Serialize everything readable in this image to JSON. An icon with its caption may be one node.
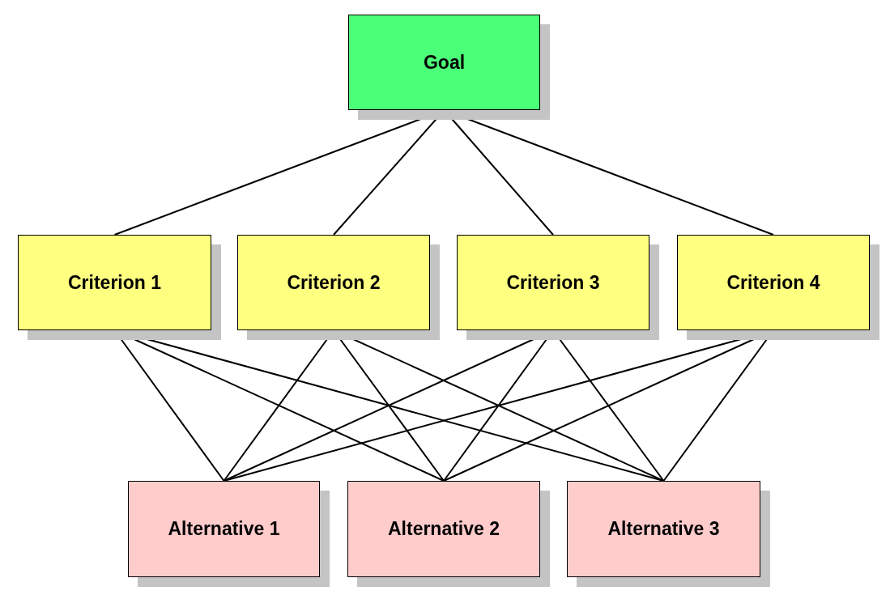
{
  "diagram": {
    "nodes": [
      {
        "text": [
          "Goal"
        ]
      },
      {
        "text": [
          "Criterion 1"
        ]
      },
      {
        "text": [
          "Criterion 2"
        ]
      },
      {
        "text": [
          "Criterion 3"
        ]
      },
      {
        "text": [
          "Criterion 4"
        ]
      },
      {
        "text": [
          "Alternative 1"
        ]
      },
      {
        "text": [
          "Alternative 2"
        ]
      },
      {
        "text": [
          "Alternative 3"
        ]
      }
    ],
    "edges": [
      {
        "from": 0,
        "to": 1,
        "arrow": "none"
      },
      {
        "from": 0,
        "to": 2,
        "arrow": "none"
      },
      {
        "from": 0,
        "to": 3,
        "arrow": "none"
      },
      {
        "from": 0,
        "to": 4,
        "arrow": "none"
      },
      {
        "from": 1,
        "to": 5,
        "arrow": "none"
      },
      {
        "from": 1,
        "to": 6,
        "arrow": "none"
      },
      {
        "from": 1,
        "to": 7,
        "arrow": "none"
      },
      {
        "from": 2,
        "to": 5,
        "arrow": "none"
      },
      {
        "from": 2,
        "to": 6,
        "arrow": "none"
      },
      {
        "from": 2,
        "to": 7,
        "arrow": "none"
      },
      {
        "from": 3,
        "to": 5,
        "arrow": "none"
      },
      {
        "from": 3,
        "to": 6,
        "arrow": "none"
      },
      {
        "from": 3,
        "to": 7,
        "arrow": "none"
      },
      {
        "from": 4,
        "to": 5,
        "arrow": "none"
      },
      {
        "from": 4,
        "to": 6,
        "arrow": "none"
      },
      {
        "from": 4,
        "to": 7,
        "arrow": "none"
      }
    ]
  }
}
